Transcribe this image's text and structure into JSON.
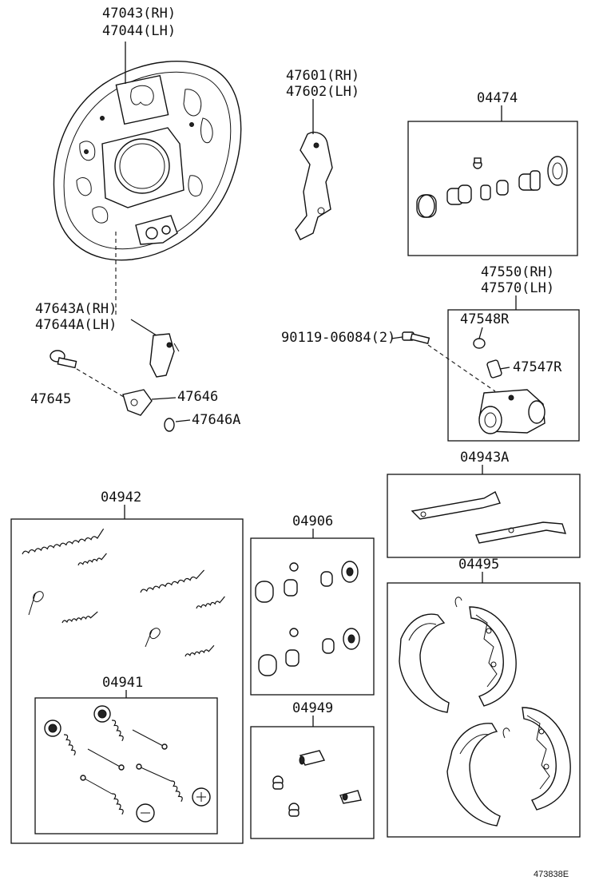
{
  "labels": {
    "backing_plate_rh": "47043(RH)",
    "backing_plate_lh": "47044(LH)",
    "lever_rh": "47601(RH)",
    "lever_lh": "47602(LH)",
    "cylinder_kit": "04474",
    "adjust_lever_rh": "47643A(RH)",
    "adjust_lever_lh": "47644A(LH)",
    "pin": "47645",
    "spring_46": "47646",
    "clip_46a": "47646A",
    "wheel_cylinder_rh": "47550(RH)",
    "wheel_cylinder_lh": "47570(LH)",
    "bleeder_cap": "47548R",
    "bleeder_plug": "47547R",
    "bolt": "90119-06084(2)",
    "strut_set": "04943A",
    "spring_set": "04942",
    "cup_kit": "04906",
    "shoe_set": "04495",
    "hold_down_kit": "04941",
    "boot_kit": "04949",
    "diagram_id": "473838E"
  }
}
